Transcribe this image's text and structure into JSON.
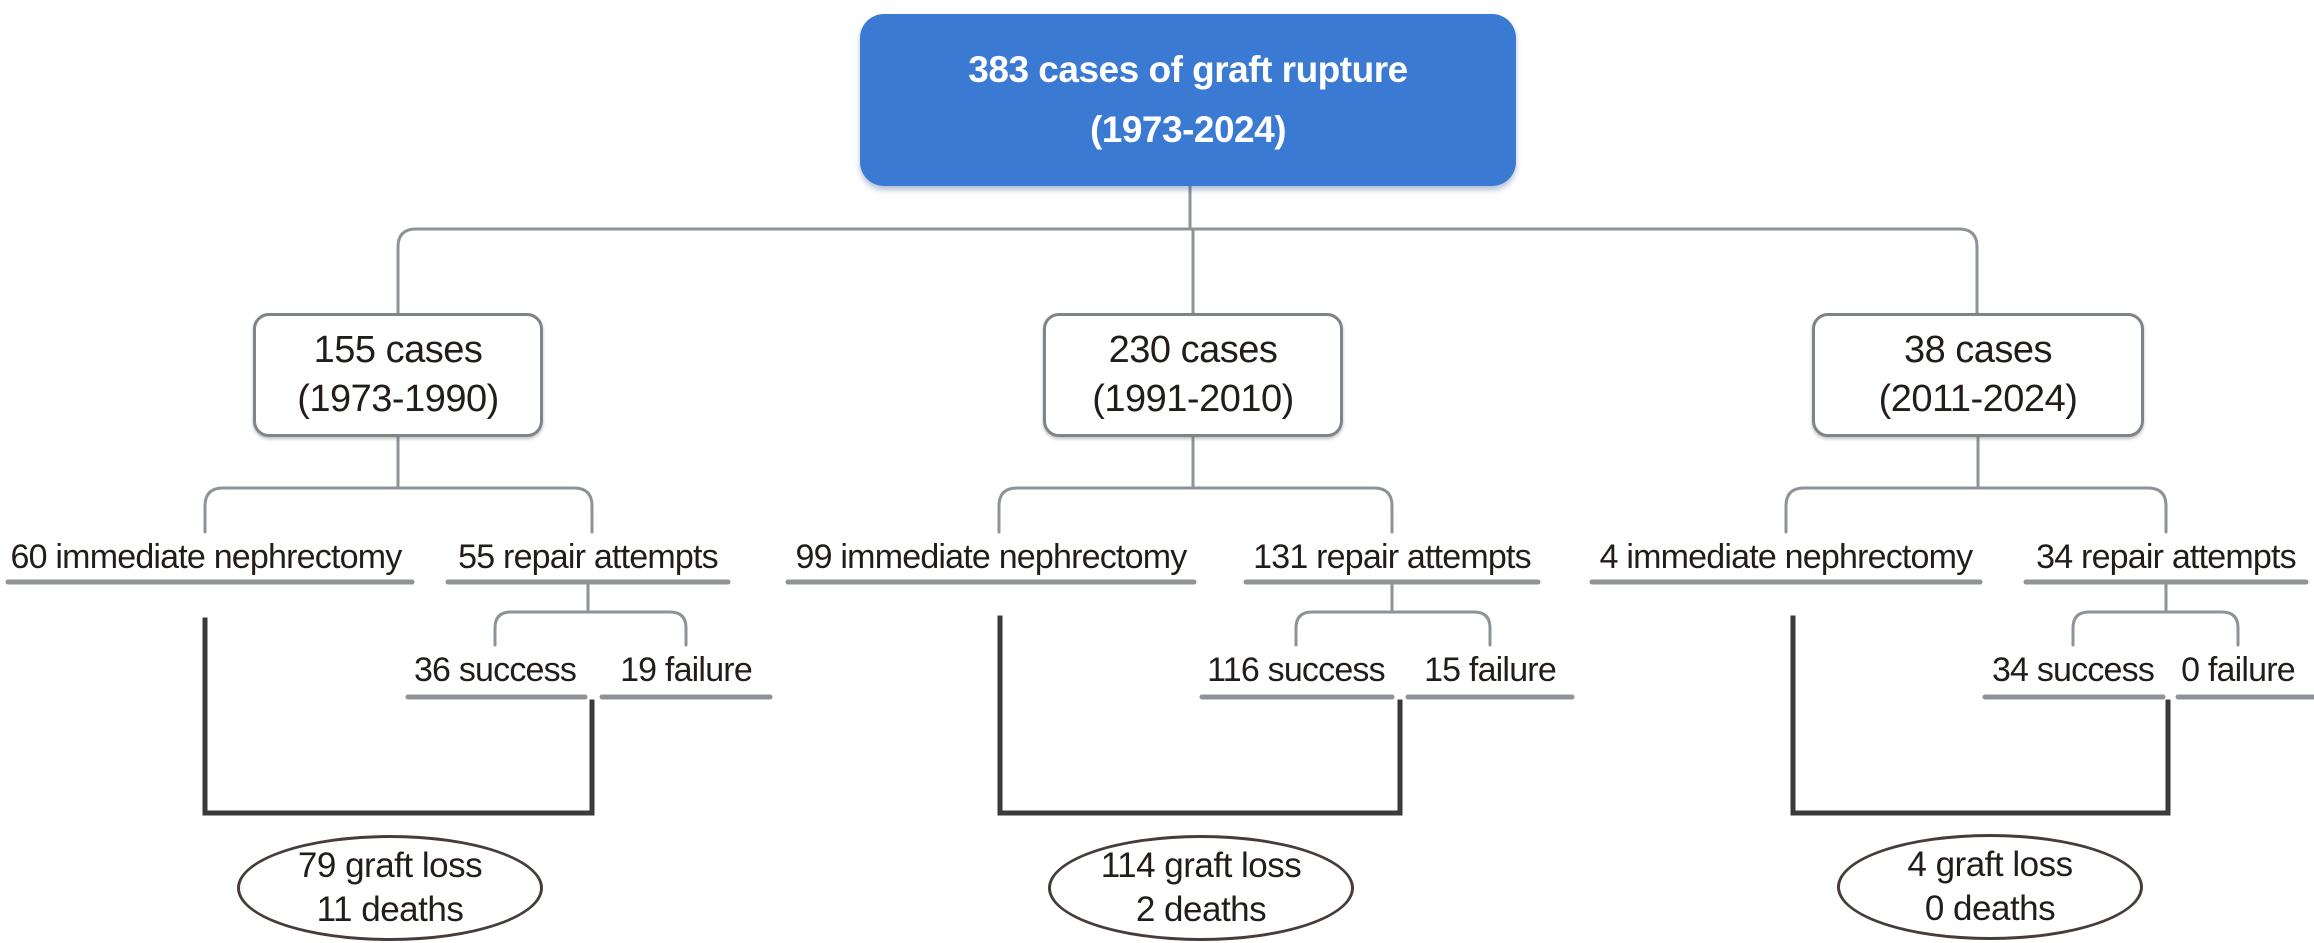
{
  "root": {
    "line1": "383 cases of graft rupture",
    "line2": "(1973-2024)"
  },
  "branches": [
    {
      "cases": "155 cases",
      "period": "(1973-1990)",
      "nephrectomy": "60 immediate nephrectomy",
      "repair": "55 repair attempts",
      "success": "36 success",
      "failure": "19 failure",
      "graft_loss": "79 graft loss",
      "deaths": "11 deaths"
    },
    {
      "cases": "230 cases",
      "period": "(1991-2010)",
      "nephrectomy": "99 immediate nephrectomy",
      "repair": "131 repair attempts",
      "success": "116 success",
      "failure": "15 failure",
      "graft_loss": "114 graft loss",
      "deaths": "2 deaths"
    },
    {
      "cases": "38 cases",
      "period": "(2011-2024)",
      "nephrectomy": "4 immediate nephrectomy",
      "repair": "34 repair attempts",
      "success": "34 success",
      "failure": "0 failure",
      "graft_loss": "4 graft loss",
      "deaths": "0 deaths"
    }
  ],
  "colors": {
    "root_fill": "#3a7ad3",
    "root_text": "#ffffff",
    "connector_gray": "#8e939a",
    "underline_gray": "#8f9296",
    "collector_dark": "#3b3a39",
    "box_border": "#7f8489",
    "ellipse_border": "#463d3b",
    "text": "#221c1a"
  }
}
